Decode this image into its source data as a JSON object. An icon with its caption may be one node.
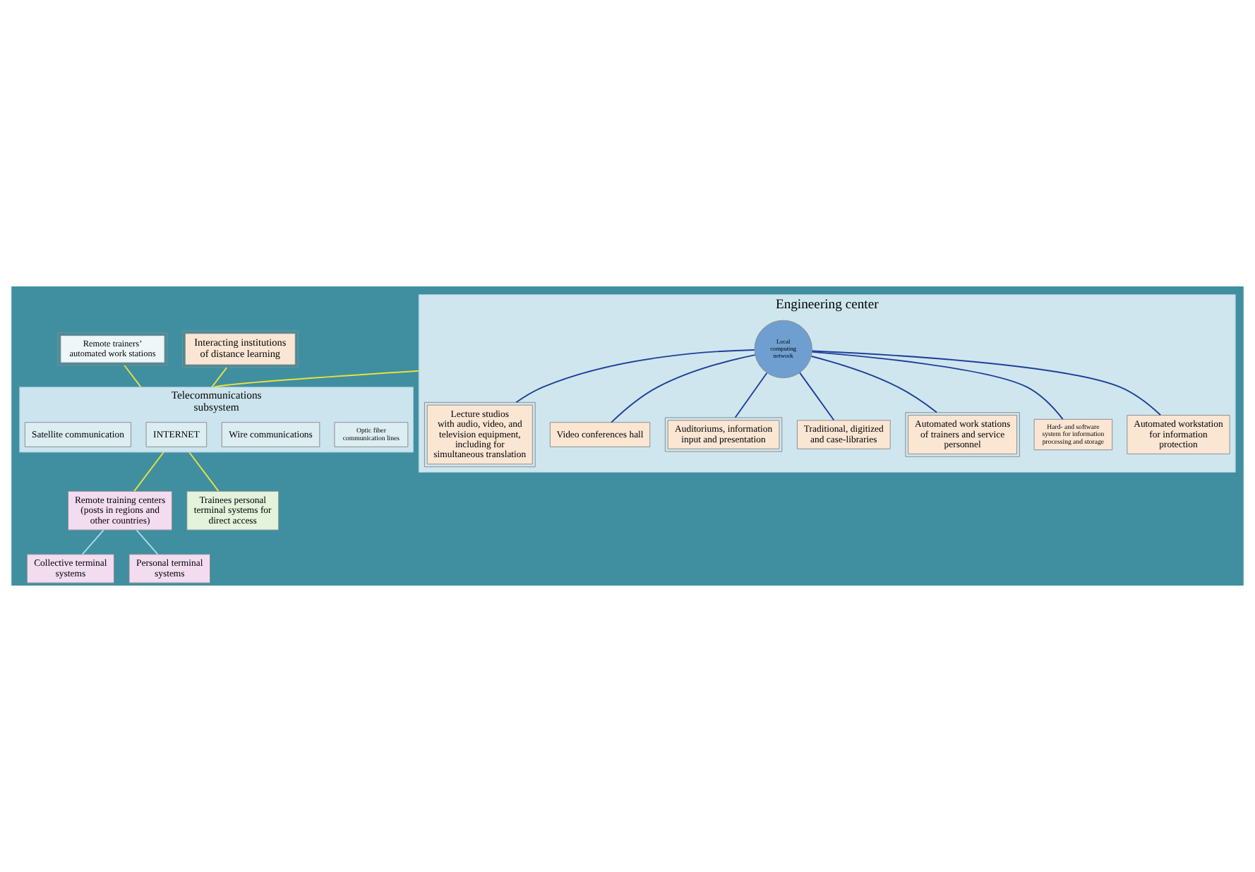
{
  "diagram": {
    "nodes": [
      {
        "text": [
          "Remote trainers’ automated work stations"
        ]
      },
      {
        "text": [
          "Engineering center"
        ]
      },
      {
        "text": [
          "Lecture studios",
          "with audio, video, and television equipment, including for simultaneous translation"
        ],
        "in": 1
      },
      {
        "text": [
          "Video conferences hall"
        ],
        "in": 1
      },
      {
        "text": [
          "Auditoriums, information input and presentation"
        ],
        "in": 1
      },
      {
        "text": [
          "Local computing network"
        ],
        "in": 1
      },
      {
        "text": [
          "Traditional, digitized and case-libraries"
        ],
        "in": 1
      },
      {
        "text": [
          "Automated work stations of trainers and service personnel"
        ],
        "in": 1
      },
      {
        "text": [
          "Hard- and software system for information processing and storage"
        ],
        "in": 1
      },
      {
        "text": [
          "Automated workstation for information protection"
        ],
        "in": 1
      },
      {
        "text": [
          "Interacting institutions of distance learning"
        ]
      },
      {
        "text": [
          "Telecommunications subsystem"
        ]
      },
      {
        "text": [
          "Optic fiber communication lines"
        ],
        "in": 11
      },
      {
        "text": [
          "Wire communications"
        ],
        "in": 11
      },
      {
        "text": [
          "INTERNET"
        ],
        "in": 11
      },
      {
        "text": [
          "Satellite communication"
        ],
        "in": 11
      },
      {
        "text": [
          "Remote training centers (posts in regions and other countries)"
        ]
      },
      {
        "text": [
          "Trainees personal terminal systems for direct access"
        ]
      },
      {
        "text": [
          "Collective terminal systems"
        ]
      },
      {
        "text": [
          "Personal terminal systems"
        ]
      }
    ],
    "edges": [
      {
        "from": 5,
        "to": 2,
        "arrow": "none"
      },
      {
        "from": 5,
        "to": 3,
        "arrow": "none"
      },
      {
        "from": 5,
        "to": 4,
        "arrow": "none"
      },
      {
        "from": 5,
        "to": 6,
        "arrow": "none"
      },
      {
        "from": 5,
        "to": 7,
        "arrow": "none"
      },
      {
        "from": 5,
        "to": 8,
        "arrow": "none"
      },
      {
        "from": 5,
        "to": 9,
        "arrow": "none"
      },
      {
        "from": 0,
        "to": 11,
        "arrow": "none",
        "color": "#e8e040"
      },
      {
        "from": 1,
        "to": 11,
        "arrow": "none",
        "color": "#e8e040"
      },
      {
        "from": 10,
        "to": 11,
        "arrow": "none",
        "color": "#e8e040"
      },
      {
        "from": 11,
        "to": 16,
        "arrow": "none",
        "color": "#e8e040"
      },
      {
        "from": 11,
        "to": 17,
        "arrow": "none",
        "color": "#e8e040"
      },
      {
        "from": 16,
        "to": 18,
        "arrow": "none",
        "color": "#a8dcea"
      },
      {
        "from": 16,
        "to": 19,
        "arrow": "none",
        "color": "#a8dcea"
      }
    ]
  }
}
